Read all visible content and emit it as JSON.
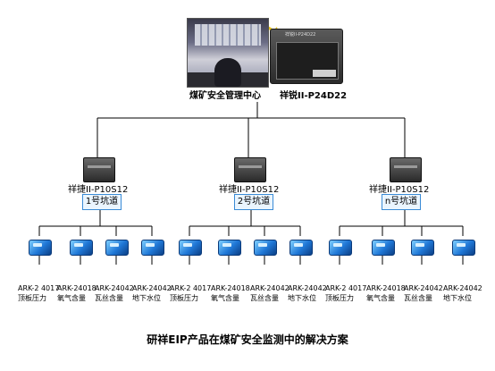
{
  "center": {
    "control_room_label": "煤矿安全管理中心",
    "main_server_label": "祥锐II-P24D22",
    "main_server_model_plate": "祥锐II-P24D22"
  },
  "tunnels": [
    {
      "server_label": "祥捷II-P10S12",
      "tunnel_label": "1号坑道",
      "devices": [
        {
          "model": "ARK-2 4017",
          "function": "顶板压力"
        },
        {
          "model": "ARK-24018",
          "function": "氧气含量"
        },
        {
          "model": "ARK-24042",
          "function": "瓦丝含量"
        },
        {
          "model": "ARK-24042",
          "function": "地下水位"
        }
      ]
    },
    {
      "server_label": "祥捷II-P10S12",
      "tunnel_label": "2号坑道",
      "devices": [
        {
          "model": "ARK-2 4017",
          "function": "顶板压力"
        },
        {
          "model": "ARK-24018",
          "function": "氧气含量"
        },
        {
          "model": "ARK-24042",
          "function": "瓦丝含量"
        },
        {
          "model": "ARK-24042",
          "function": "地下水位"
        }
      ]
    },
    {
      "server_label": "祥捷II-P10S12",
      "tunnel_label": "n号坑道",
      "devices": [
        {
          "model": "ARK-2 4017",
          "function": "顶板压力"
        },
        {
          "model": "ARK-24018",
          "function": "氧气含量"
        },
        {
          "model": "ARK-24042",
          "function": "瓦丝含量"
        },
        {
          "model": "ARK-24042",
          "function": "地下水位"
        }
      ]
    }
  ],
  "caption": "研祥EIP产品在煤矿安全监测中的解决方案",
  "colors": {
    "line": "#000000",
    "tunnel_box_border": "#3a8bd6",
    "arrow": "#e8c21a"
  }
}
